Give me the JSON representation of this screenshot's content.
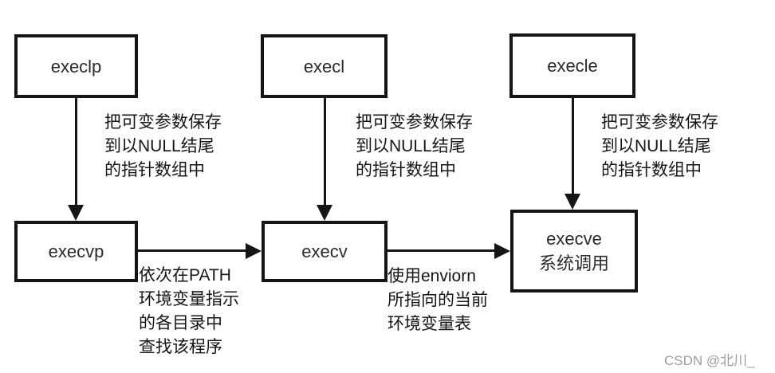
{
  "diagram": {
    "boxes": [
      {
        "id": "execlp",
        "label": "execlp"
      },
      {
        "id": "execl",
        "label": "execl"
      },
      {
        "id": "execle",
        "label": "execle"
      },
      {
        "id": "execvp",
        "label": "execvp"
      },
      {
        "id": "execv",
        "label": "execv"
      },
      {
        "id": "execve",
        "label": "execve\n系统调用"
      }
    ],
    "edges": [
      {
        "from": "execlp",
        "to": "execvp",
        "direction": "down"
      },
      {
        "from": "execl",
        "to": "execv",
        "direction": "down"
      },
      {
        "from": "execle",
        "to": "execve",
        "direction": "down"
      },
      {
        "from": "execvp",
        "to": "execv",
        "direction": "right"
      },
      {
        "from": "execv",
        "to": "execve",
        "direction": "right"
      }
    ],
    "annotations": [
      {
        "text": "把可变参数保存\n到以NULL结尾\n的指针数组中"
      },
      {
        "text": "把可变参数保存\n到以NULL结尾\n的指针数组中"
      },
      {
        "text": "把可变参数保存\n到以NULL结尾\n的指针数组中"
      },
      {
        "text": "依次在PATH\n环境变量指示\n的各目录中\n查找该程序"
      },
      {
        "text": "使用enviorn\n所指向的当前\n环境变量表"
      }
    ]
  },
  "watermark": {
    "text": "CSDN @北川_"
  },
  "colors": {
    "line": "#151515",
    "background": "#ffffff",
    "watermark": "#9e9e9e"
  }
}
